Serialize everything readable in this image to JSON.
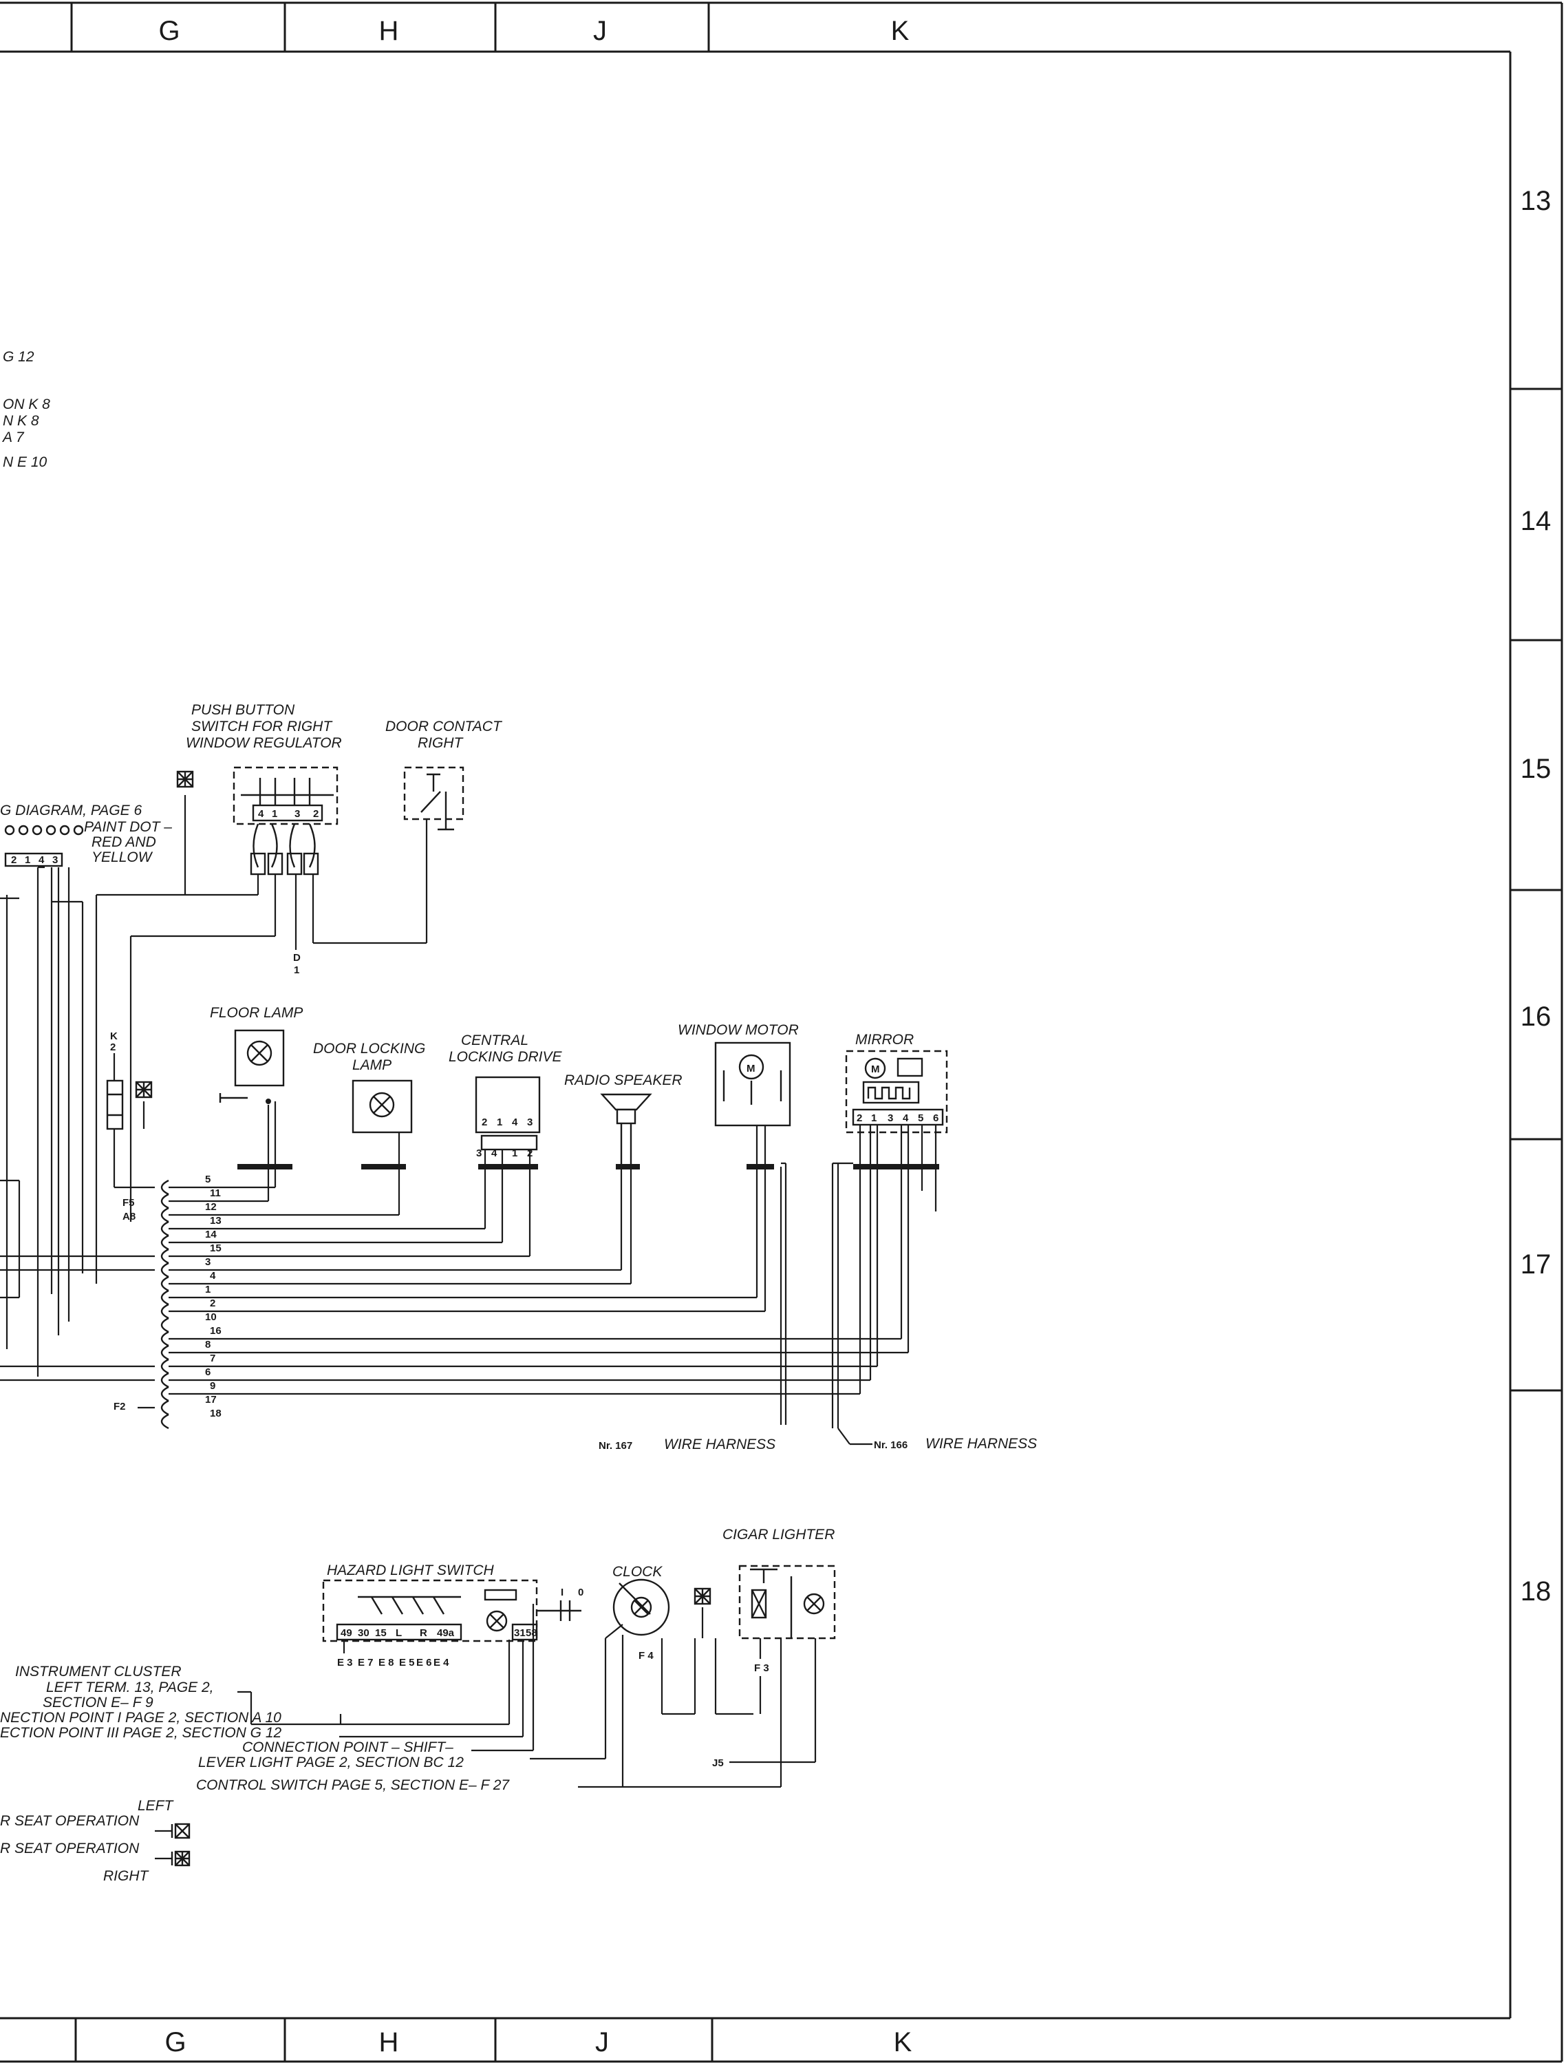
{
  "grid": {
    "columns": [
      "G",
      "H",
      "J",
      "K"
    ],
    "rows": [
      "13",
      "14",
      "15",
      "16",
      "17",
      "18"
    ]
  },
  "cutoff_refs": [
    "G 12",
    "ON K 8",
    "N K 8",
    "A 7",
    "N E 10"
  ],
  "paint_dot": {
    "ref": "G DIAGRAM, PAGE 6",
    "line1": "PAINT DOT –",
    "line2": "RED AND",
    "line3": "YELLOW",
    "pins": [
      "2",
      "1",
      "4",
      "3"
    ]
  },
  "components": {
    "push_button_switch": {
      "line1": "PUSH BUTTON",
      "line2": "SWITCH FOR RIGHT",
      "line3": "WINDOW REGULATOR",
      "pins": [
        "4",
        "1",
        "3",
        "2"
      ],
      "ground_ref": [
        "D",
        "1"
      ]
    },
    "door_contact": {
      "line1": "DOOR CONTACT",
      "line2": "RIGHT"
    },
    "floor_lamp": {
      "label": "FLOOR LAMP"
    },
    "door_locking_lamp": {
      "line1": "DOOR LOCKING",
      "line2": "LAMP"
    },
    "central_locking": {
      "line1": "CENTRAL",
      "line2": "LOCKING DRIVE",
      "pins_top": [
        "2",
        "1",
        "4",
        "3"
      ],
      "pins_bottom": [
        "3",
        "4",
        "1",
        "2"
      ]
    },
    "radio_speaker": {
      "label": "RADIO SPEAKER"
    },
    "window_motor": {
      "label": "WINDOW MOTOR",
      "motor_symbol": "M"
    },
    "mirror": {
      "label": "MIRROR",
      "motor_symbol": "M",
      "pins": [
        "2",
        "1",
        "3",
        "4",
        "5",
        "6"
      ]
    },
    "hazard_switch": {
      "label": "HAZARD LIGHT SWITCH",
      "pins": [
        "49",
        "30",
        "15",
        "L",
        "R",
        "49a",
        "31",
        "58"
      ],
      "positions": [
        "I",
        "0"
      ],
      "terminals": [
        "E 3",
        "E 7",
        "E 8",
        "E 5",
        "E 6",
        "E 4"
      ]
    },
    "clock": {
      "label": "CLOCK",
      "terminal": "F 4"
    },
    "cigar_lighter": {
      "label": "CIGAR LIGHTER",
      "terminal": "F 3"
    }
  },
  "fuse_ref": [
    "K",
    "2"
  ],
  "connector": {
    "left_refs": [
      "F5",
      "A8",
      "F2"
    ],
    "pins": [
      "5",
      "11",
      "12",
      "13",
      "14",
      "15",
      "3",
      "4",
      "1",
      "2",
      "10",
      "16",
      "8",
      "7",
      "6",
      "9",
      "17",
      "18"
    ]
  },
  "harness": {
    "left": {
      "nr": "Nr. 167",
      "text": "WIRE HARNESS"
    },
    "right": {
      "nr": "Nr. 166",
      "text": "WIRE HARNESS"
    }
  },
  "bottom_refs": {
    "instrument_cluster": [
      "INSTRUMENT CLUSTER",
      "LEFT TERM. 13, PAGE 2,",
      "SECTION E– F 9"
    ],
    "conn_point_1": "NECTION POINT I PAGE 2, SECTION A 10",
    "conn_point_3": "ECTION POINT III PAGE 2, SECTION G 12",
    "shift_lever": [
      "CONNECTION POINT – SHIFT–",
      "LEVER LIGHT   PAGE 2, SECTION BC 12"
    ],
    "control_switch": "CONTROL SWITCH  PAGE 5, SECTION E– F 27",
    "j5": "J5",
    "seat_left": [
      "LEFT",
      "R SEAT OPERATION"
    ],
    "seat_right": [
      "R SEAT OPERATION",
      "RIGHT"
    ]
  }
}
